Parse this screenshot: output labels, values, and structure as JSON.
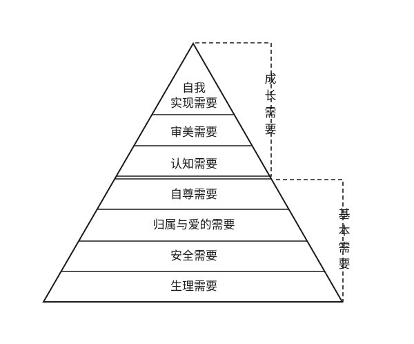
{
  "pyramid": {
    "tiers": [
      {
        "lines": [
          "自我",
          "实现需要"
        ]
      },
      {
        "lines": [
          "审美需要"
        ]
      },
      {
        "lines": [
          "认知需要"
        ]
      },
      {
        "lines": [
          "自尊需要"
        ]
      },
      {
        "lines": [
          "归属与爱的需要"
        ]
      },
      {
        "lines": [
          "安全需要"
        ]
      },
      {
        "lines": [
          "生理需要"
        ]
      }
    ]
  },
  "brackets": {
    "growth": {
      "chars": [
        "成",
        "长",
        "需",
        "要"
      ]
    },
    "basic": {
      "chars": [
        "基",
        "本",
        "需",
        "要"
      ]
    }
  }
}
